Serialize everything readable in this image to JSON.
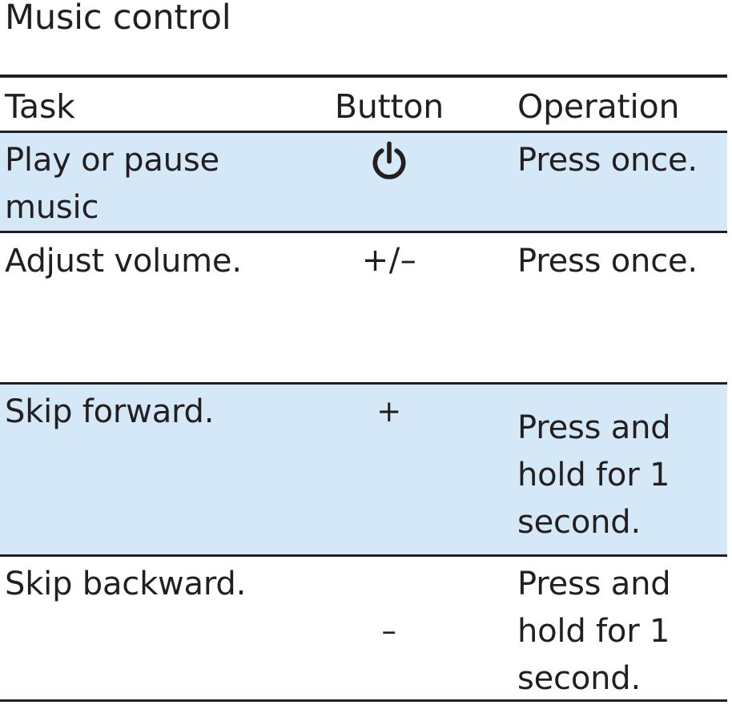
{
  "section": {
    "title": "Music control"
  },
  "table": {
    "columns": [
      {
        "key": "task",
        "label": "Task"
      },
      {
        "key": "button",
        "label": "Button"
      },
      {
        "key": "operation",
        "label": "Operation"
      }
    ],
    "rows": [
      {
        "task": "Play or pause music",
        "button_icon": "power-icon",
        "button": "",
        "operation": "Press once.",
        "highlight": true,
        "highlight_color": "#d4e8f8"
      },
      {
        "task": "Adjust volume.",
        "button_icon": "",
        "button": "+/–",
        "operation": "Press once.",
        "highlight": false,
        "highlight_color": "#ffffff"
      },
      {
        "task": "Skip forward.",
        "button_icon": "",
        "button": "+",
        "operation": "Press and hold for 1 second.",
        "highlight": true,
        "highlight_color": "#d4e8f8"
      },
      {
        "task": "Skip backward.",
        "button_icon": "",
        "button": "–",
        "operation": "Press and hold for 1 second.",
        "highlight": false,
        "highlight_color": "#ffffff"
      }
    ]
  },
  "colors": {
    "ink": "#231f20",
    "row_highlight": "#d4e8f8",
    "page_background": "#ffffff"
  }
}
